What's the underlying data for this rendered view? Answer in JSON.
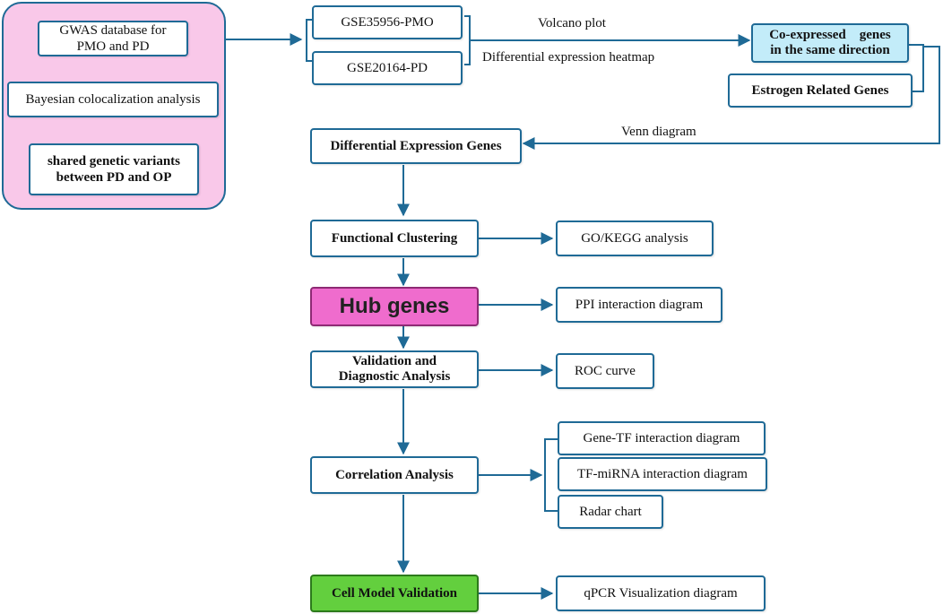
{
  "colors": {
    "line": "#1f6a96",
    "panel": "#f9c8e9",
    "hub": "#ef6ccd",
    "cell": "#63cf3e",
    "coexp": "#c3ecf9"
  },
  "gwas": {
    "database": [
      "GWAS database for",
      "PMO and PD"
    ],
    "bayesian": "Bayesian colocalization analysis",
    "shared": [
      "shared genetic variants",
      "between PD and OP"
    ]
  },
  "datasets": {
    "pmo": "GSE35956-PMO",
    "pd": "GSE20164-PD"
  },
  "edge_labels": {
    "volcano": "Volcano plot",
    "heatmap": "Differential expression  heatmap",
    "venn": "Venn diagram"
  },
  "coexpressed": [
    "Co-expressed    genes",
    "in the same direction"
  ],
  "estrogen": "Estrogen Related Genes",
  "pipeline": {
    "deg": "Differential Expression Genes",
    "functional": "Functional Clustering",
    "hub": "Hub genes",
    "validation": [
      "Validation and",
      "Diagnostic Analysis"
    ],
    "correlation": "Correlation Analysis",
    "cell": "Cell Model Validation"
  },
  "outputs": {
    "gokegg": "GO/KEGG analysis",
    "ppi": "PPI interaction diagram",
    "roc": "ROC curve",
    "genetf": "Gene-TF interaction diagram",
    "tfmirna": "TF-miRNA interaction diagram",
    "radar": "Radar chart",
    "qpcr": "qPCR Visualization diagram"
  }
}
